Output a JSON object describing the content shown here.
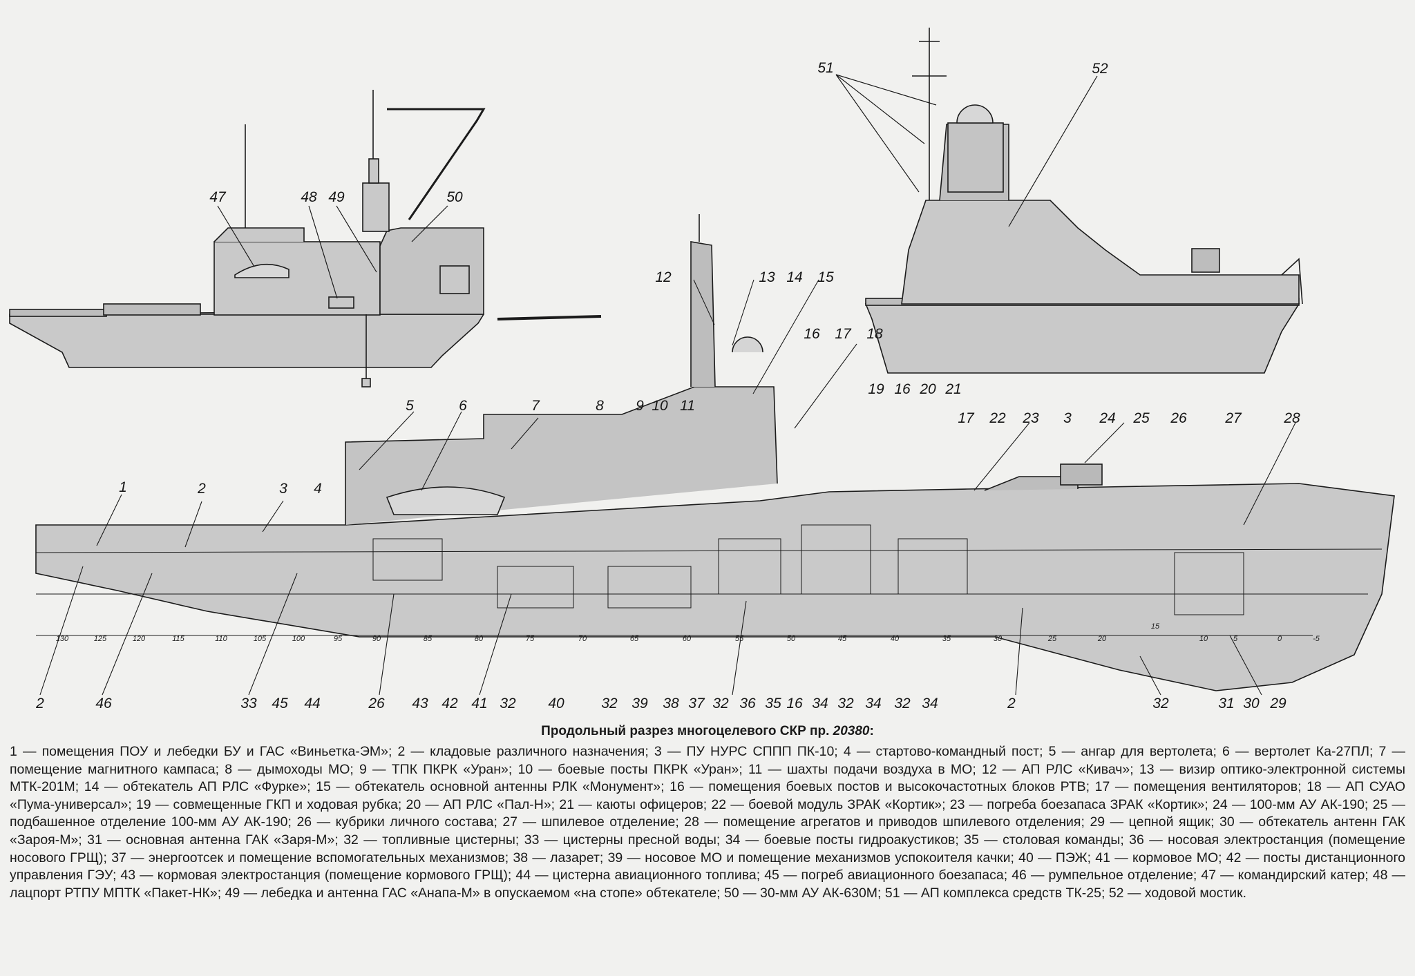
{
  "caption": {
    "title_text": "Продольный разрез многоцелевого СКР пр. ",
    "title_project": "20380",
    "title_suffix": ":",
    "legend": [
      {
        "n": "1",
        "t": "помещения ПОУ и лебедки БУ и ГАС «Виньетка-ЭМ»"
      },
      {
        "n": "2",
        "t": "кладовые различного назначения"
      },
      {
        "n": "3",
        "t": "ПУ НУРС СППП ПК-10"
      },
      {
        "n": "4",
        "t": "стартово-командный пост"
      },
      {
        "n": "5",
        "t": "ангар для вертолета"
      },
      {
        "n": "6",
        "t": "вертолет Ка-27ПЛ"
      },
      {
        "n": "7",
        "t": "помещение магнитного кампаса"
      },
      {
        "n": "8",
        "t": "дымоходы МО"
      },
      {
        "n": "9",
        "t": "ТПК ПКРК «Уран»"
      },
      {
        "n": "10",
        "t": "боевые посты ПКРК «Уран»"
      },
      {
        "n": "11",
        "t": "шахты подачи воздуха в МО"
      },
      {
        "n": "12",
        "t": "АП РЛС «Кивач»"
      },
      {
        "n": "13",
        "t": "визир оптико-электронной системы МТК-201М"
      },
      {
        "n": "14",
        "t": "обтекатель АП РЛС «Фурке»"
      },
      {
        "n": "15",
        "t": "обтекатель основной антенны РЛК «Монумент»"
      },
      {
        "n": "16",
        "t": "помещения боевых постов и высокочастотных блоков РТВ"
      },
      {
        "n": "17",
        "t": "помещения вентиляторов"
      },
      {
        "n": "18",
        "t": "АП СУАО «Пума-универсал»"
      },
      {
        "n": "19",
        "t": "совмещенные ГКП и ходовая рубка"
      },
      {
        "n": "20",
        "t": "АП РЛС «Пал-Н»"
      },
      {
        "n": "21",
        "t": "каюты офицеров"
      },
      {
        "n": "22",
        "t": "боевой модуль ЗРАК «Кортик»"
      },
      {
        "n": "23",
        "t": "погреба боезапаса ЗРАК «Кортик»"
      },
      {
        "n": "24",
        "t": "100-мм АУ АК-190"
      },
      {
        "n": "25",
        "t": "подбашенное отделение 100-мм АУ АК-190"
      },
      {
        "n": "26",
        "t": "кубрики личного состава"
      },
      {
        "n": "27",
        "t": "шпилевое отделение"
      },
      {
        "n": "28",
        "t": "помещение агрегатов и приводов шпилевого отделения"
      },
      {
        "n": "29",
        "t": "цепной ящик"
      },
      {
        "n": "30",
        "t": "обтекатель антенн ГАК «Зароя-М»"
      },
      {
        "n": "31",
        "t": "основная антенна ГАК «Заря-М»"
      },
      {
        "n": "32",
        "t": "топливные цистерны"
      },
      {
        "n": "33",
        "t": "цистерны пресной воды"
      },
      {
        "n": "34",
        "t": "боевые посты гидроакустиков"
      },
      {
        "n": "35",
        "t": "столовая команды"
      },
      {
        "n": "36",
        "t": "носовая электростанция (помещение носового ГРЩ)"
      },
      {
        "n": "37",
        "t": "энергоотсек и помещение вспомогательных механизмов"
      },
      {
        "n": "38",
        "t": "лазарет"
      },
      {
        "n": "39",
        "t": "носовое МО и помещение механизмов успокоителя качки"
      },
      {
        "n": "40",
        "t": "ПЭЖ"
      },
      {
        "n": "41",
        "t": "кормовое МО"
      },
      {
        "n": "42",
        "t": "посты дистанционного управления ГЭУ"
      },
      {
        "n": "43",
        "t": "кормовая электростанция (помещение кормового ГРЩ)"
      },
      {
        "n": "44",
        "t": "цистерна авиационного топлива"
      },
      {
        "n": "45",
        "t": "погреб авиационного боезапаса"
      },
      {
        "n": "46",
        "t": "румпельное отделение"
      },
      {
        "n": "47",
        "t": "командирский катер"
      },
      {
        "n": "48",
        "t": "лацпорт РТПУ МПТК «Пакет-НК»"
      },
      {
        "n": "49",
        "t": "лебедка и антенна ГАС «Анапа-М» в опускаемом «на стопе» обтекателе"
      },
      {
        "n": "50",
        "t": "30-мм АУ АК-630М"
      },
      {
        "n": "51",
        "t": "АП комплекса средств ТК-25"
      },
      {
        "n": "52",
        "t": "ходовой мостик"
      }
    ]
  },
  "callouts": {
    "stern_view": [
      "47",
      "48",
      "49",
      "50"
    ],
    "bow_view": [
      "51",
      "52"
    ],
    "section_top": [
      "1",
      "2",
      "3",
      "4",
      "5",
      "6",
      "7",
      "8",
      "9",
      "10",
      "11",
      "12",
      "13",
      "14",
      "15",
      "16",
      "17",
      "18",
      "19",
      "16",
      "20",
      "21",
      "17",
      "22",
      "23",
      "3",
      "24",
      "25",
      "26",
      "27",
      "28"
    ],
    "section_bottom": [
      "2",
      "46",
      "33",
      "45",
      "44",
      "26",
      "43",
      "42",
      "41",
      "32",
      "40",
      "32",
      "39",
      "38",
      "37",
      "32",
      "36",
      "35",
      "16",
      "34",
      "32",
      "34",
      "32",
      "34",
      "2",
      "32",
      "31",
      "30",
      "29"
    ]
  },
  "frames": [
    "130",
    "125",
    "120",
    "115",
    "110",
    "105",
    "100",
    "95",
    "90",
    "85",
    "80",
    "75",
    "70",
    "65",
    "60",
    "55",
    "50",
    "45",
    "40",
    "35",
    "30",
    "25",
    "20",
    "15",
    "10",
    "5",
    "0",
    "-5"
  ],
  "colors": {
    "hull_fill": "#c9c9c9",
    "hull_shade": "#b4b4b4",
    "line": "#1b1b1b",
    "paper": "#f1f1ef"
  }
}
